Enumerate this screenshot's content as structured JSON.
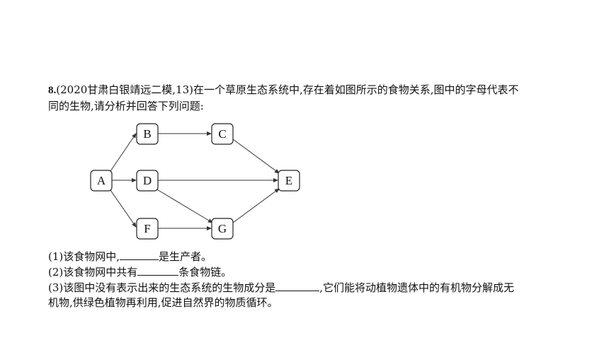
{
  "question": {
    "number": "8.",
    "source": "(2020甘肃白银靖远二模,13)",
    "stem_line1": "在一个草原生态系统中,存在着如图所示的食物关系,图中的字母代表不",
    "stem_line2": "同的生物,请分析并回答下列问题:"
  },
  "diagram": {
    "nodes": {
      "A": "A",
      "B": "B",
      "C": "C",
      "D": "D",
      "E": "E",
      "F": "F",
      "G": "G"
    },
    "edges": [
      [
        "A",
        "B"
      ],
      [
        "A",
        "D"
      ],
      [
        "A",
        "F"
      ],
      [
        "B",
        "C"
      ],
      [
        "C",
        "E"
      ],
      [
        "D",
        "E"
      ],
      [
        "D",
        "G"
      ],
      [
        "F",
        "G"
      ],
      [
        "G",
        "E"
      ]
    ]
  },
  "subquestions": {
    "q1_before": "(1)该食物网中,",
    "q1_after": "是生产者。",
    "q2_before": "(2)该食物网中共有",
    "q2_after": "条食物链。",
    "q3_before": "(3)该图中没有表示出来的生态系统的生物成分是",
    "q3_after": ",它们能将动植物遗体中的有机物分解成无",
    "q3_line2": "机物,供绿色植物再利用,促进自然界的物质循环。"
  }
}
